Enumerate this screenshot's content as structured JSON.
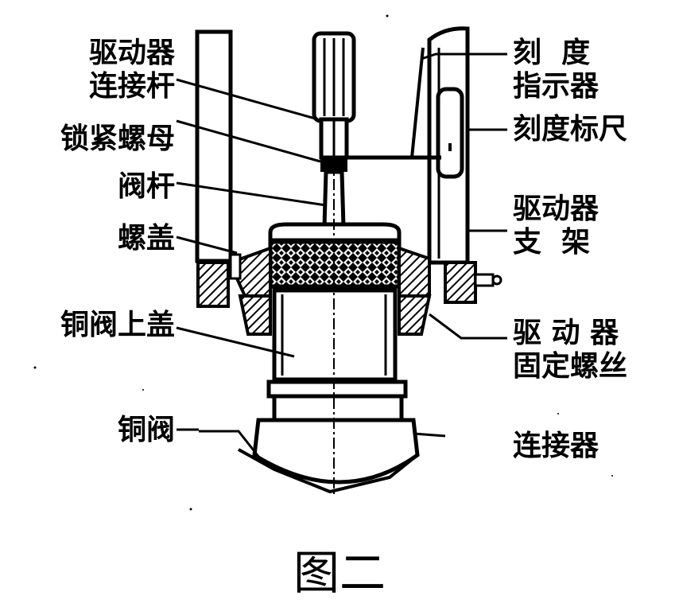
{
  "figure": {
    "caption": "图二",
    "labels_left": {
      "drive_link_rod": [
        "驱动器",
        "连接杆"
      ],
      "lock_nut": "锁紧螺母",
      "valve_stem": "阀杆",
      "bonnet_nut": "螺盖",
      "copper_valve_cover": "铜阀上盖",
      "copper_valve": "铜阀"
    },
    "labels_right": {
      "scale_pointer": [
        "刻  度",
        "指示器"
      ],
      "scale_ruler": "刻度标尺",
      "actuator_bracket": [
        "驱动器",
        "支  架"
      ],
      "actuator_fixing_screw": [
        "驱 动 器",
        "固定螺丝"
      ],
      "connector": "连接器"
    }
  }
}
